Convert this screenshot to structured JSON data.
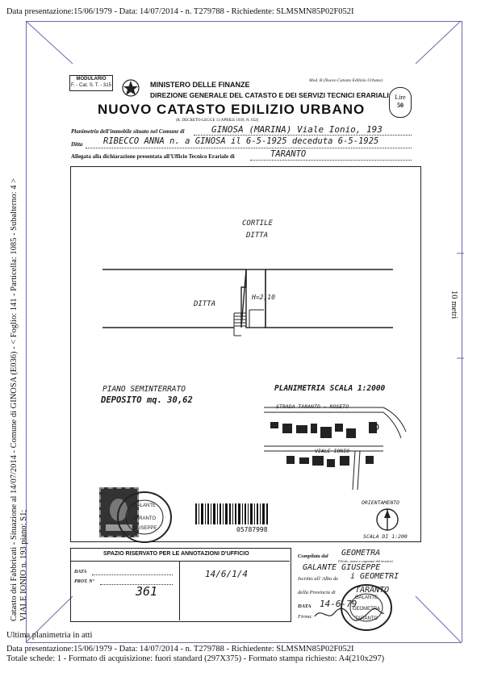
{
  "header": {
    "top_line": "Data presentazione:15/06/1979 - Data: 14/07/2014 - n. T279788 - Richiedente: SLMSMN85P02F052I"
  },
  "form": {
    "modulario": "MODULARIO",
    "modulario_code": "F. - Cat. S. T. - 315",
    "ministry": "MINISTERO DELLE FINANZE",
    "direction": "DIREZIONE GENERALE DEL CATASTO E DEI SERVIZI TECNICI ERARIALI",
    "title": "NUOVO CATASTO EDILIZIO URBANO",
    "decree": "(R. DECRETO-LEGGE 13 APRILE 1939, N. 652)",
    "mod_b": "Mod. B (Nuovo Catasto Edilizio Urbano)",
    "price": "Lire",
    "price_value": "50",
    "line1_label": "Planimetria dell'immobile situato nel Comune di",
    "line1_value": "GINOSA (MARINA)  Viale Ionio, 193",
    "line2_label": "Ditta",
    "line2_value": "RIBECCO ANNA  n. a GINOSA il 6-5-1925 deceduta 6-5-1925",
    "line3_label": "Allegata alla dichiarazione presentata all'Ufficio Tecnico Erariale di",
    "line3_value": "TARANTO"
  },
  "plan": {
    "label_cortile": "CORTILE",
    "label_ditta_top": "DITTA",
    "label_ditta_left": "DITTA",
    "label_height": "H=2,10",
    "piano": "PIANO SEMINTERRATO",
    "deposito": "DEPOSITO   mq. 30,62",
    "planimetria_scala": "PLANIMETRIA  SCALA  1:2000",
    "strada": "STRADA  TARANTO - ROSETO",
    "viale": "VIALE  IONIO",
    "orientamento": "ORIENTAMENTO",
    "scala_200": "SCALA DI 1:200",
    "barcode_number": "05787998"
  },
  "office_box": {
    "title": "SPAZIO RISERVATO PER LE ANNOTAZIONI D'UFFICIO",
    "data_label": "DATA",
    "prot_label": "PROT. N°",
    "prot_value": "361",
    "date_value": "14/6/1/4"
  },
  "signature": {
    "compilata_label": "Compilata dal",
    "compilata_value": "GEOMETRA",
    "titolo_note": "(Titolo, nome e cognome del tecnico)",
    "name_value": "GALANTE  GIUSEPPE",
    "albo_label": "Iscritto all' Albo de",
    "albo_value": "i GEOMETRI",
    "provincia_label": "della Provincia di",
    "provincia_value": "TARANTO",
    "data_label": "DATA",
    "data_value": "14-6-79",
    "firma_label": "Firma:"
  },
  "side": {
    "left_vertical": "Catasto dei Fabbricati - Situazione al 14/07/2014 - Comune di GINOSA (E036) - < Foglio: 141 - Particella: 1085 - Subalterno: 4 >",
    "left_vertical_2": "VIALE IONIO n. 193 piano: S1;",
    "right_vertical": "10 metri"
  },
  "footer": {
    "ultima": "Ultima planimetria in atti",
    "line1": "Data presentazione:15/06/1979 - Data: 14/07/2014 - n. T279788 - Richiedente: SLMSMN85P02F052I",
    "line2": "Totale schede: 1 - Formato di acquisizione: fuori standard (297X375) - Formato stampa richiesto: A4(210x297)"
  }
}
